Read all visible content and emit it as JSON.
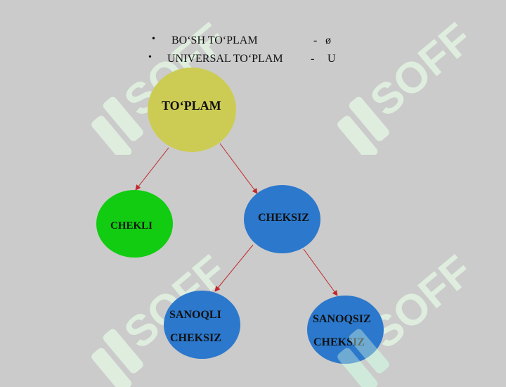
{
  "bullets": [
    {
      "term": "BO‘SH TO‘PLAM",
      "dash": "-",
      "symbol": "ø"
    },
    {
      "term": "UNIVERSAL TO‘PLAM",
      "dash": "-",
      "symbol": "U"
    }
  ],
  "bullet_char": "•",
  "nodes": {
    "root": {
      "label": "TO‘PLAM",
      "color": "#cccc55"
    },
    "finite": {
      "label": "CHEKLI",
      "color": "#11cc11"
    },
    "infinite": {
      "label": "CHEKSIZ",
      "color": "#2b78cc"
    },
    "countable": {
      "line1": "SANOQLI",
      "line2": "CHEKSIZ",
      "color": "#2b78cc"
    },
    "uncountable": {
      "line1": "SANOQSIZ",
      "line2": "CHEKSIZ",
      "color": "#2b78cc"
    }
  },
  "arrow_color": "#c0282c",
  "watermark": {
    "text": "SOFF",
    "color": "#e8f5e8"
  }
}
